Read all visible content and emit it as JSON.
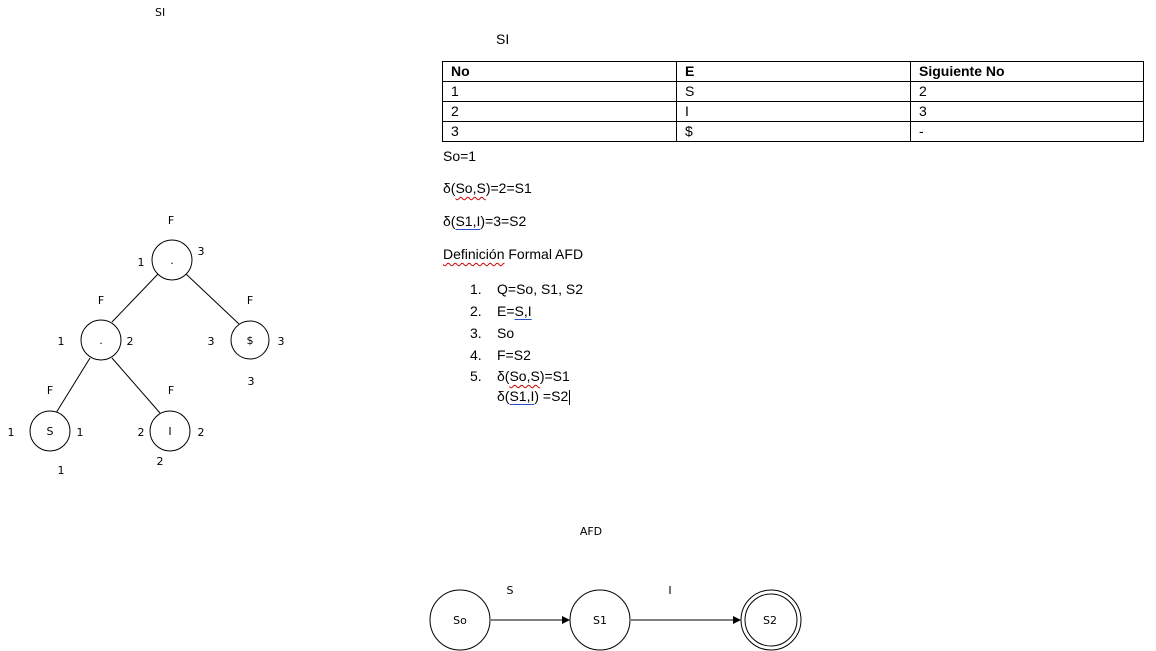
{
  "top_label": "SI",
  "right_title": "SI",
  "table": {
    "headers": [
      "No",
      "E",
      "Siguiente No"
    ],
    "rows": [
      [
        "1",
        "S",
        "2"
      ],
      [
        "2",
        "I",
        "3"
      ],
      [
        "3",
        "$",
        "-"
      ]
    ]
  },
  "text_lines": {
    "so": "So=1",
    "delta1_pre": "δ(",
    "delta1_mid": "So,S",
    "delta1_post": ")=2=S1",
    "delta2_pre": "δ(",
    "delta2_mid": "S1,I",
    "delta2_post": ")=3=S2",
    "def_word": "Definición",
    "def_rest": " Formal AFD"
  },
  "list": {
    "item1": "Q=So, S1, S2",
    "item2_pre": "E=",
    "item2_mid": "S,I",
    "item3": "So",
    "item4": "F=S2",
    "item5_pre": "δ(",
    "item5_mid": "So,S",
    "item5_post": ")=S1",
    "item5b_pre": "δ(",
    "item5b_mid": "S1,I",
    "item5b_post": ") =S2",
    "nums": [
      "1.",
      "2.",
      "3.",
      "4.",
      "5."
    ]
  },
  "tree": {
    "root": {
      "symbol": ".",
      "top": "F",
      "left": "1",
      "right": "3"
    },
    "concat": {
      "symbol": ".",
      "top": "F",
      "left": "1",
      "right": "2"
    },
    "dollar": {
      "symbol": "$",
      "top": "F",
      "left": "3",
      "right": "3",
      "below": "3"
    },
    "s_leaf": {
      "symbol": "S",
      "top": "F",
      "left": "1",
      "right": "1",
      "below": "1"
    },
    "i_leaf": {
      "symbol": "I",
      "top": "F",
      "left": "2",
      "right": "2",
      "below": "2"
    }
  },
  "afd": {
    "title": "AFD",
    "states": [
      "So",
      "S1",
      "S2"
    ],
    "transitions": [
      "S",
      "I"
    ]
  }
}
